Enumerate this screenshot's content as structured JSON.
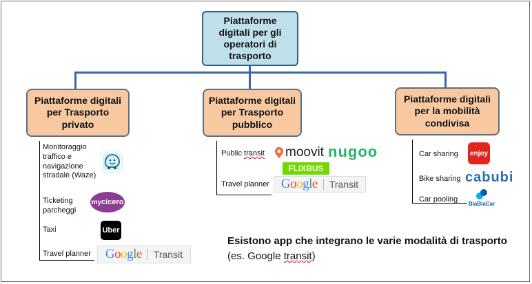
{
  "root": {
    "title": "Piattaforme digitali per gli operatori di trasporto"
  },
  "categories": [
    {
      "title": "Piattaforme digitali per Trasporto privato"
    },
    {
      "title": "Piattaforme digitali per Trasporto pubblico"
    },
    {
      "title": "Piattaforme digitali per la mobilità condivisa"
    }
  ],
  "private_items": [
    {
      "label": "Monitoraggio traffico e navigazione stradale (Waze)",
      "logo": "waze-icon"
    },
    {
      "label": "Ticketing parcheggi",
      "logo": "mycicero-icon"
    },
    {
      "label": "Taxi",
      "logo": "uber-icon"
    },
    {
      "label": "Travel planner",
      "logo": "google-transit-icon"
    }
  ],
  "public_items": [
    {
      "label_prefix": "Public ",
      "label_underlined": "transit",
      "logos": [
        "moovit",
        "nugoo",
        "FLIXBUS"
      ]
    },
    {
      "label": "Travel planner",
      "logo": "google-transit-icon"
    }
  ],
  "shared_items": [
    {
      "label": "Car sharing",
      "logo": "enjoy"
    },
    {
      "label": "Bike sharing",
      "logo": "cabubi"
    },
    {
      "label": "Car pooling",
      "logo": "BlaBlaCar"
    }
  ],
  "logos": {
    "mycicero_prefix": "my",
    "mycicero_word": "cicero",
    "uber": "Uber",
    "google": [
      "G",
      "o",
      "o",
      "g",
      "l",
      "e"
    ],
    "transit": "Transit",
    "moovit": "moovit",
    "nugoo": "nugoo",
    "flixbus": "FLIXBUS",
    "enjoy": "enjoy",
    "cabubi": "cabubi",
    "blablacar": "BlaBlaCar"
  },
  "note": {
    "bold": "Esistono app che integrano le varie modalità di trasporto",
    "normal_prefix": " (es. Google ",
    "underlined": "transit",
    "normal_suffix": ")"
  },
  "colors": {
    "root_fill": "#bfe0ea",
    "category_fill": "#f8c9a0",
    "connector": "#3a66a8",
    "google": [
      "#4285F4",
      "#EA4335",
      "#FBBC05",
      "#4285F4",
      "#34A853",
      "#EA4335"
    ]
  }
}
